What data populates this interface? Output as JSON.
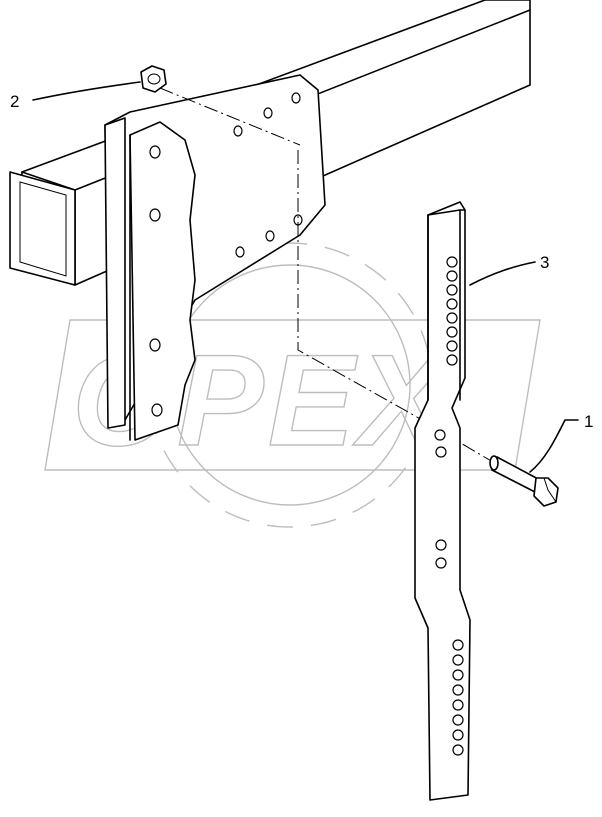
{
  "diagram": {
    "callouts": [
      {
        "id": "bolt",
        "label": "1"
      },
      {
        "id": "nut",
        "label": "2"
      },
      {
        "id": "bar",
        "label": "3"
      }
    ],
    "watermark": "OPEX"
  }
}
